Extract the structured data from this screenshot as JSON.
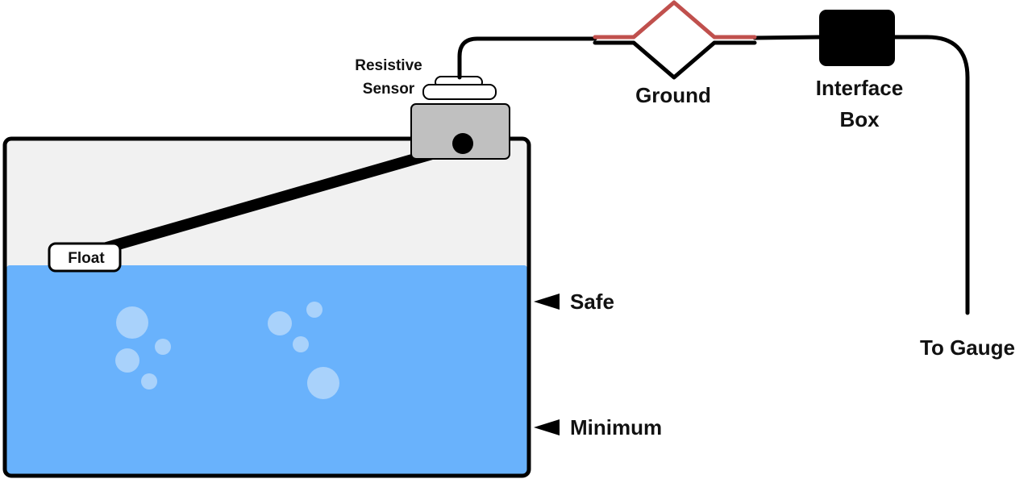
{
  "labels": {
    "sensor_line1": "Resistive",
    "sensor_line2": "Sensor",
    "float": "Float",
    "ground": "Ground",
    "interface_line1": "Interface",
    "interface_line2": "Box",
    "to_gauge": "To Gauge",
    "safe": "Safe",
    "minimum": "Minimum"
  },
  "colors": {
    "water": "#69b2fc",
    "air": "#f1f1f1",
    "outline": "#000000",
    "ground_wire": "#c0504d",
    "sensor_body": "#c0c0c0",
    "bubble": "#a9d2fb"
  }
}
